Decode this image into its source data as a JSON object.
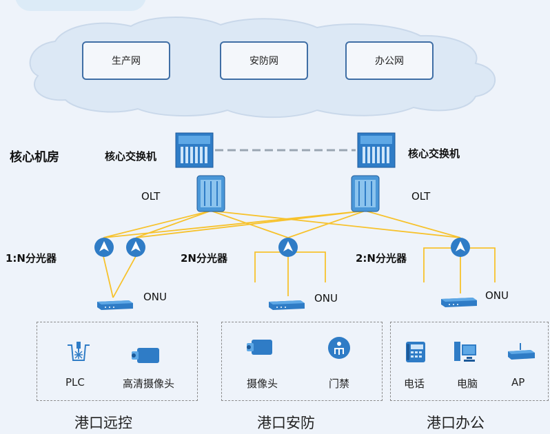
{
  "cloud": {
    "networks": [
      "生产网",
      "安防网",
      "办公网"
    ]
  },
  "core": {
    "room_label": "核心机房",
    "switch_label_left": "核心交换机",
    "switch_label_right": "核心交换机",
    "olt_label_left": "OLT",
    "olt_label_right": "OLT"
  },
  "splitters": {
    "left": "1:N分光器",
    "middle": "2N分光器",
    "right": "2:N分光器"
  },
  "onu": {
    "left": "ONU",
    "middle": "ONU",
    "right": "ONU"
  },
  "groups": [
    {
      "title": "港口远控",
      "devices": [
        {
          "label": "PLC",
          "icon": "plc-icon"
        },
        {
          "label": "高清摄像头",
          "icon": "camera-icon"
        }
      ]
    },
    {
      "title": "港口安防",
      "devices": [
        {
          "label": "摄像头",
          "icon": "camera-icon"
        },
        {
          "label": "门禁",
          "icon": "access-control-icon"
        }
      ]
    },
    {
      "title": "港口办公",
      "devices": [
        {
          "label": "电话",
          "icon": "phone-icon"
        },
        {
          "label": "电脑",
          "icon": "computer-icon"
        },
        {
          "label": "AP",
          "icon": "access-point-icon"
        }
      ]
    }
  ],
  "colors": {
    "fiber": "#f7c22c",
    "device_blue": "#2f7cc6",
    "box_border": "#3f6ea5",
    "cloud_fill": "#dce8f5"
  }
}
